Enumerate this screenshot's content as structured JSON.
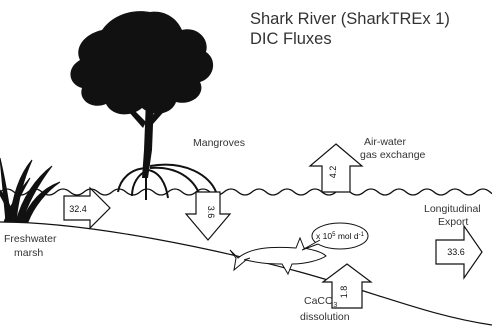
{
  "title": {
    "line1": "Shark River (SharkTREx 1)",
    "line2": "DIC Fluxes"
  },
  "labels": {
    "mangroves": "Mangroves",
    "air_water_line1": "Air-water",
    "air_water_line2": "gas exchange",
    "freshwater_line1": "Freshwater",
    "freshwater_line2": "marsh",
    "longitudinal_line1": "Longitudinal",
    "longitudinal_line2": "Export",
    "caco3_chem": "CaCO",
    "caco3_sub": "3",
    "caco3_line2": "dissolution"
  },
  "units": {
    "prefix": "x 10",
    "exponent": "5",
    "middle": " mol d",
    "suffix_exp": "-1"
  },
  "fluxes": {
    "freshwater_marsh": "32.4",
    "mangroves": "3.6",
    "air_water": "4.2",
    "caco3_dissolution": "1.8",
    "longitudinal_export": "33.6"
  }
}
